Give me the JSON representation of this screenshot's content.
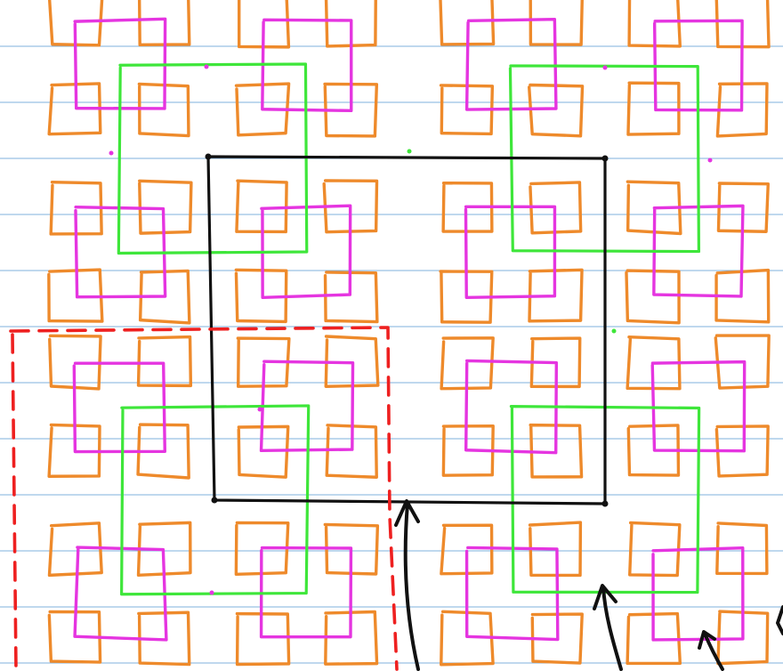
{
  "background": "#ffffff",
  "colors": {
    "ruled_line": "#7fb0dc",
    "level_0_squares": "#ee8a2b",
    "level_1_squares": "#e535e0",
    "level_2_squares": "#3ee63a",
    "level_3_square": "#111111",
    "selection_box": "#ee2020",
    "arrows": "#111111"
  },
  "figure": {
    "description_type": "hand-drawn recursive square fractal on ruled notebook paper",
    "levels": 4,
    "arrow_count": 3
  }
}
